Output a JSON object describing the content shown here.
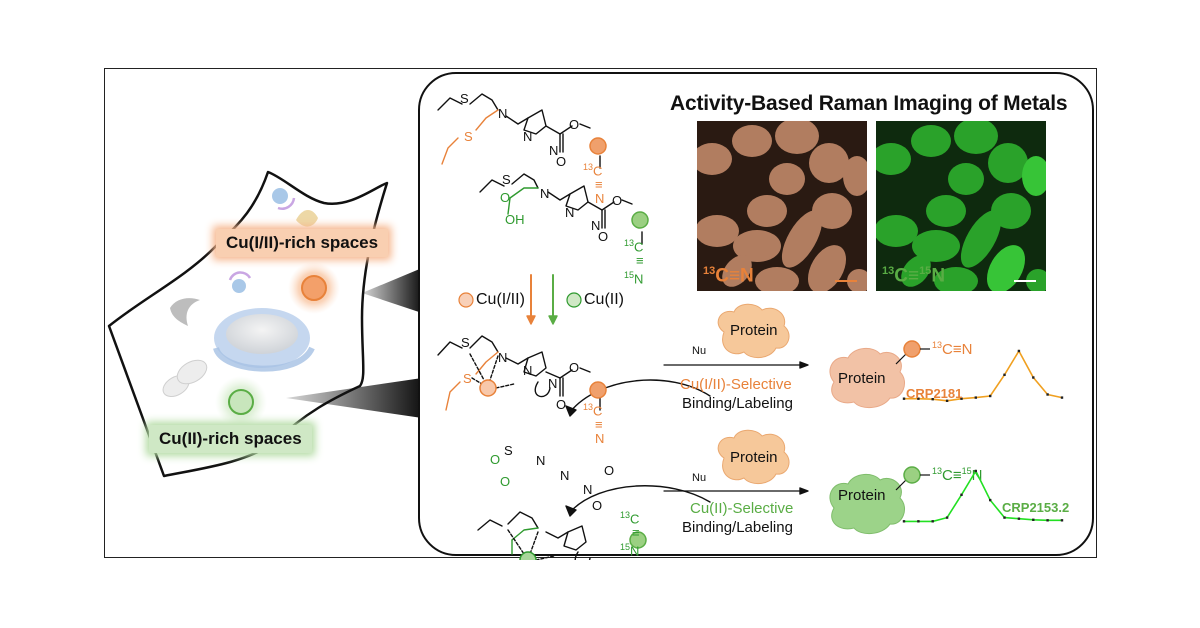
{
  "title": "Activity-Based Raman Imaging of Metals",
  "colors": {
    "orange": "#e8823a",
    "orange_light": "#f6c4a4",
    "green": "#2f9a2f",
    "green_bright": "#1fdc1f",
    "green_light": "#a8d69a",
    "green_label": "#5aad45"
  },
  "cell": {
    "regions": [
      {
        "label": "Cu(I/II)-rich spaces",
        "color": "orange"
      },
      {
        "label": "Cu(II)-rich spaces",
        "color": "green"
      }
    ]
  },
  "probes": {
    "probe1": {
      "isotope_c": "13",
      "c": "C",
      "n": "N"
    },
    "probe2": {
      "isotope_c": "13",
      "c": "C",
      "isotope_n": "15",
      "n": "N",
      "acid_o": "O",
      "acid_oh": "OH"
    }
  },
  "atoms": {
    "S": "S",
    "N": "N",
    "O": "O",
    "Nu": "Nu"
  },
  "legend": {
    "cu12": "Cu(I/II)",
    "cu2": "Cu(II)"
  },
  "images": [
    {
      "label_pre": "13",
      "label_main": "C≡N",
      "label_post_sup": "",
      "label_post": "",
      "color": "orange"
    },
    {
      "label_pre": "13",
      "label_main": "C≡",
      "label_post_sup": "15",
      "label_post": "N",
      "color": "green"
    }
  ],
  "reactions": [
    {
      "protein_label": "Protein",
      "nucleophile": "Nu",
      "selectivity": "Cu(I/II)-Selective",
      "process": "Binding/Labeling",
      "product_protein": "Protein",
      "tag_sup1": "13",
      "tag_main": "C≡N",
      "tag_sup2": "",
      "tag_end": "",
      "spectrum_label": "CRP2181"
    },
    {
      "protein_label": "Protein",
      "nucleophile": "Nu",
      "selectivity": "Cu(II)-Selective",
      "process": "Binding/Labeling",
      "product_protein": "Protein",
      "tag_sup1": "13",
      "tag_main": "C≡",
      "tag_sup2": "15",
      "tag_end": "N",
      "spectrum_label": "CRP2153.2"
    }
  ],
  "chart_data": [
    {
      "type": "line",
      "title": "CRP2181",
      "xlabel": "",
      "ylabel": "",
      "x": [
        1,
        2,
        3,
        4,
        5,
        6,
        7,
        8,
        9,
        10,
        11,
        12
      ],
      "values": [
        0.1,
        0.1,
        0.09,
        0.06,
        0.1,
        0.12,
        0.15,
        0.55,
        1.0,
        0.5,
        0.18,
        0.12
      ],
      "ylim": [
        0,
        1
      ]
    },
    {
      "type": "line",
      "title": "CRP2153.2",
      "xlabel": "",
      "ylabel": "",
      "x": [
        1,
        2,
        3,
        4,
        5,
        6,
        7,
        8,
        9,
        10,
        11,
        12
      ],
      "values": [
        0.05,
        0.05,
        0.05,
        0.12,
        0.55,
        1.0,
        0.45,
        0.12,
        0.1,
        0.08,
        0.07,
        0.07
      ],
      "ylim": [
        0,
        1
      ]
    }
  ]
}
